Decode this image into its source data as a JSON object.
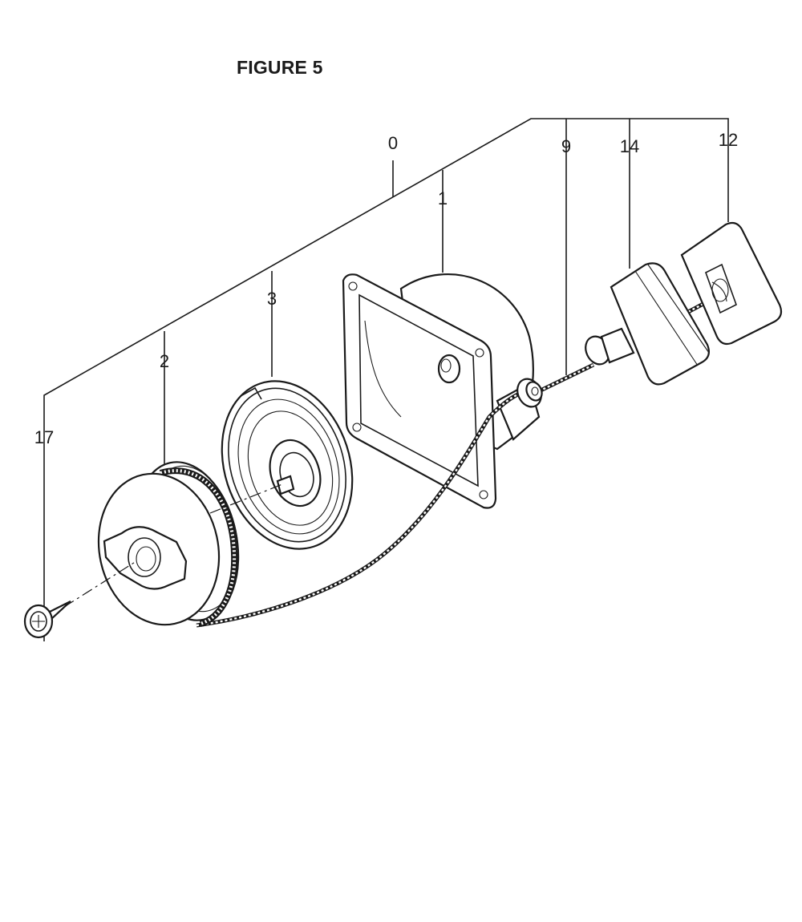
{
  "figure": {
    "title": "FIGURE 5"
  },
  "callouts": [
    {
      "id": "0",
      "label": "0"
    },
    {
      "id": "1",
      "label": "1"
    },
    {
      "id": "2",
      "label": "2"
    },
    {
      "id": "3",
      "label": "3"
    },
    {
      "id": "9",
      "label": "9"
    },
    {
      "id": "12",
      "label": "12"
    },
    {
      "id": "14",
      "label": "14"
    },
    {
      "id": "17",
      "label": "17"
    }
  ],
  "colors": {
    "ink": "#1a1a1a",
    "paper": "#ffffff"
  }
}
